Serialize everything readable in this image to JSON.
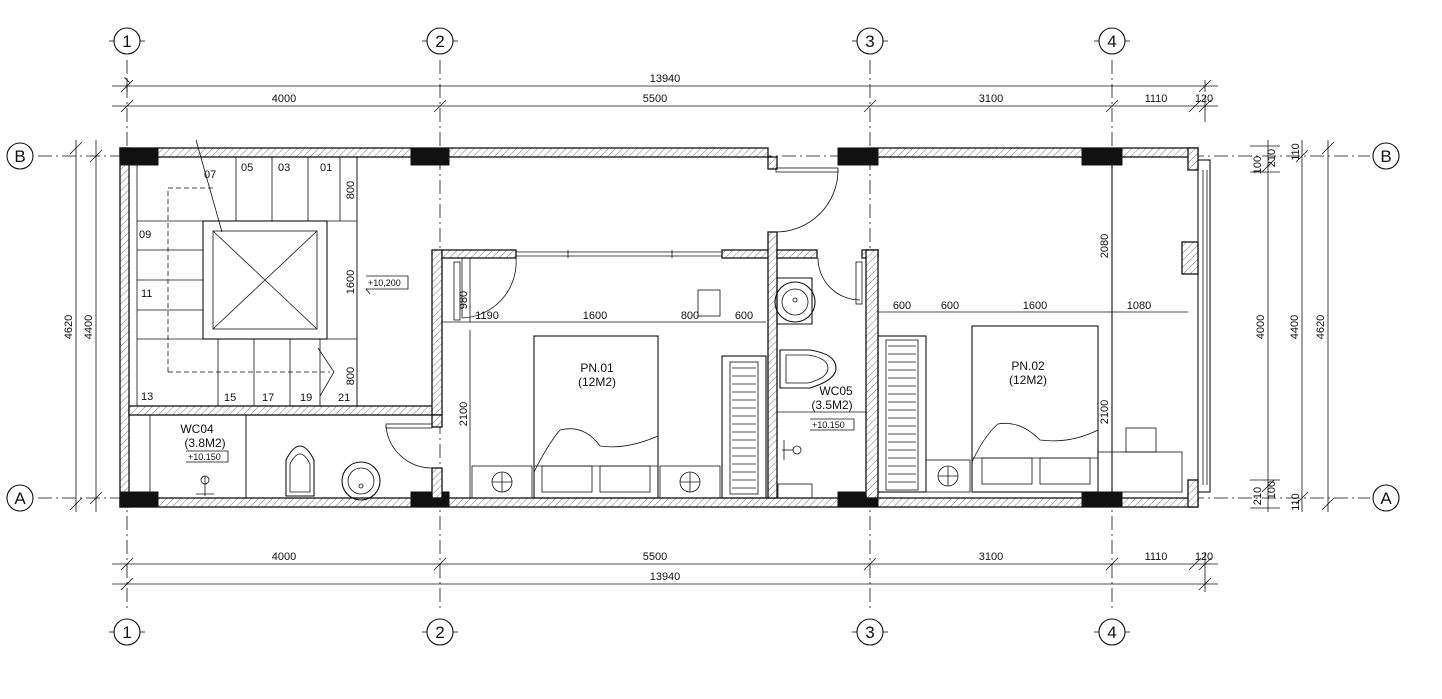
{
  "grid": {
    "columns": [
      "1",
      "2",
      "3",
      "4"
    ],
    "rows": [
      "B",
      "A"
    ]
  },
  "dims": {
    "top_total": "13940",
    "top_segments": [
      "4000",
      "5500",
      "3100",
      "1110",
      "120"
    ],
    "bottom_segments": [
      "4000",
      "5500",
      "3100",
      "1110",
      "120"
    ],
    "bottom_total": "13940",
    "left_outer": "4620",
    "left_inner": "4400",
    "right_inner": "4000",
    "right_mid": "4400",
    "right_outer": "4620",
    "right_top_small": [
      "100",
      "210",
      "110"
    ],
    "right_bottom_small": [
      "210",
      "100",
      "110"
    ],
    "stair_800_top": "800",
    "stair_1600": "1600",
    "stair_800_bottom": "800",
    "pn01_980": "980",
    "pn01_2100": "2100",
    "pn01_row": [
      "1190",
      "1600",
      "800",
      "600"
    ],
    "pn02_row": [
      "600",
      "600",
      "1600",
      "1080"
    ],
    "pn02_2080": "2080",
    "pn02_2100": "2100"
  },
  "stairs": {
    "steps": [
      "01",
      "03",
      "05",
      "07",
      "09",
      "11",
      "13",
      "15",
      "17",
      "19",
      "21"
    ]
  },
  "levels": {
    "stair_level": "+10,200",
    "wc04_level": "+10.150",
    "wc05_level": "+10.150"
  },
  "rooms": {
    "wc04_name": "WC04",
    "wc04_area": "(3.8M2)",
    "wc05_name": "WC05",
    "wc05_area": "(3.5M2)",
    "pn01_name": "PN.01",
    "pn01_area": "(12M2)",
    "pn02_name": "PN.02",
    "pn02_area": "(12M2)"
  }
}
